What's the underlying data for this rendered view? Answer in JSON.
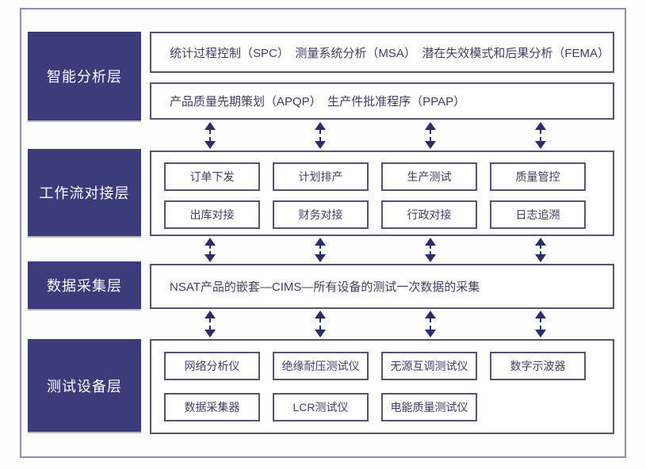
{
  "colors": {
    "navy": "#2b2b6e",
    "darkbox": "#3c3c7a",
    "border": "#54546f",
    "frame": "#8f8fb0",
    "text": "#3e3e62"
  },
  "layers": [
    {
      "label": "智能分析层",
      "boxes": [
        "统计过程控制（SPC）　测量系统分析（MSA）　潜在失效模式和后果分析（FEMA）",
        "产品质量先期策划（APQP）　生产件批准程序（PPAP）"
      ]
    },
    {
      "label": "工作流对接层",
      "row1": [
        "订单下发",
        "计划排产",
        "生产测试",
        "质量管控"
      ],
      "row2": [
        "出库对接",
        "财务对接",
        "行政对接",
        "日志追溯"
      ]
    },
    {
      "label": "数据采集层",
      "text": "NSAT产品的嵌套—CIMS—所有设备的测试一次数据的采集"
    },
    {
      "label": "测试设备层",
      "row1": [
        "网络分析仪",
        "绝缘耐压测试仪",
        "无源互调测试仪",
        "数字示波器"
      ],
      "row2": [
        "数据采集器",
        "LCR测试仪",
        "电能质量测试仪"
      ]
    }
  ]
}
